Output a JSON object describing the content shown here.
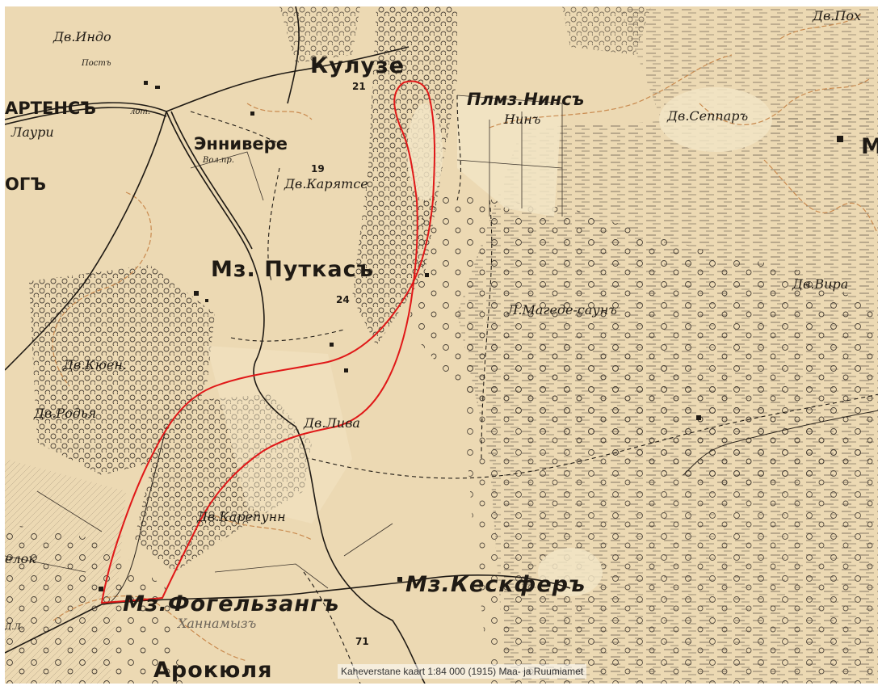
{
  "map": {
    "attribution": "Kaheverstane kaart 1:84 000 (1915) Maa- ja Ruumiamet",
    "highlight_color": "#e01818",
    "paper_color": "#ecd9b3",
    "ink_color": "#1f1a14",
    "contour_color": "#c98a4f"
  },
  "labels": {
    "dv_indo": "Дв.Индо",
    "post": "Постъ",
    "kuluze": "Кулузе",
    "n21": "21",
    "plmz_nins": "Плмз.Нинсъ",
    "ning": "Нинъ",
    "dv_seppaaru": "Дв.Сеппаръ",
    "dv_poh": "Дв.Пох",
    "artens": "АРТЕНСЪ",
    "lot": "лот.",
    "lauri": "Лаури",
    "enniveere": "Энниверe",
    "vol_pr": "Вол.пр.",
    "n19": "19",
    "dv_karyatse": "Дв.Карятсе",
    "ogs": "ОГЪ",
    "mz_putkas": "Мз. Путкасъ",
    "n24": "24",
    "dv_vira": "Дв.Вира",
    "magede_saun": "Л.Магеде-саунъ",
    "dv_kuen": "Дв.Кюен.",
    "dv_rodya": "Дв.Родья",
    "dv_liva": "Дв.Лива",
    "dv_karepunn": "Дв.Карепунн",
    "elok": "елок",
    "mz_keskfer": "Мз.Кескферъ",
    "mz_fogelzang": "Мз.Фогельзангъ",
    "hanamyz": "Ханнамызъ",
    "dl": "Д.Л.",
    "n71": "71",
    "arokyulya": "Арокюля",
    "m_edge": "М"
  }
}
